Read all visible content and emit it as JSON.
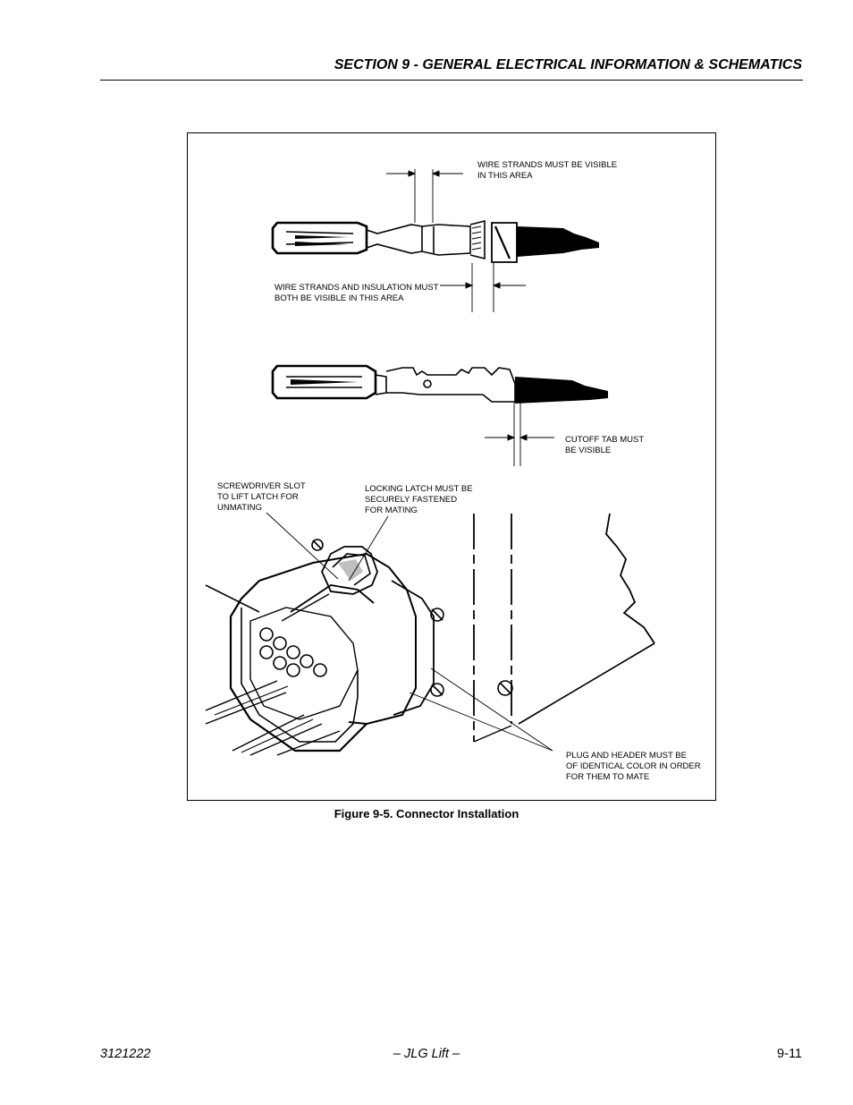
{
  "header": {
    "section_title": "SECTION 9 - GENERAL ELECTRICAL INFORMATION & SCHEMATICS"
  },
  "figure": {
    "caption": "Figure 9-5.  Connector Installation",
    "callouts": {
      "wire_strands_visible": [
        "WIRE STRANDS MUST BE VISIBLE",
        "IN THIS AREA"
      ],
      "strands_and_insulation": [
        "WIRE STRANDS AND INSULATION MUST",
        "BOTH BE VISIBLE IN THIS AREA"
      ],
      "cutoff_tab": [
        "CUTOFF TAB MUST",
        "BE VISIBLE"
      ],
      "screwdriver_slot": [
        "SCREWDRIVER SLOT",
        "TO LIFT LATCH FOR",
        "UNMATING"
      ],
      "locking_latch": [
        "LOCKING LATCH MUST BE",
        "SECURELY FASTENED",
        "FOR MATING"
      ],
      "plug_header": [
        "PLUG AND HEADER MUST BE",
        "OF IDENTICAL COLOR IN ORDER",
        "FOR THEM TO MATE"
      ]
    }
  },
  "footer": {
    "doc_number": "3121222",
    "company": "– JLG Lift –",
    "page_number": "9-11"
  }
}
